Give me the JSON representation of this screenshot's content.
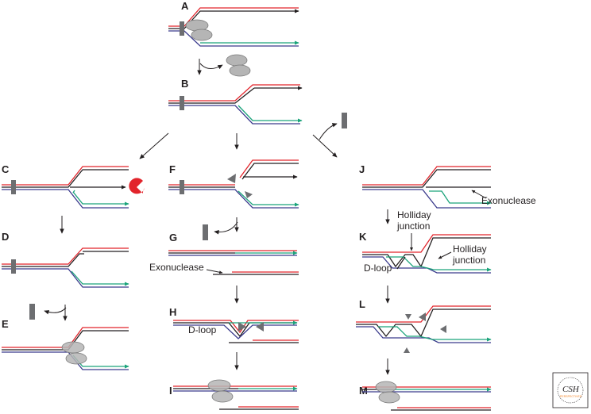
{
  "panels": {
    "A": "A",
    "B": "B",
    "C": "C",
    "D": "D",
    "E": "E",
    "F": "F",
    "G": "G",
    "H": "H",
    "I": "I",
    "J": "J",
    "K": "K",
    "L": "L",
    "M": "M"
  },
  "labels": {
    "exonuclease_g": "Exonuclease",
    "exonuclease_j": "Exonuclease",
    "dloop_h": "D-loop",
    "dloop_k": "D-loop",
    "holliday_1_line1": "Holliday",
    "holliday_1_line2": "junction",
    "holliday_2_line1": "Holliday",
    "holliday_2_line2": "junction"
  },
  "logo": {
    "mark": "CSH",
    "sub": "PERSPECTIVES"
  },
  "colors": {
    "red_strand": "#e2242b",
    "black_strand": "#231f20",
    "blue_strand": "#3a3a8c",
    "green_strand": "#1aa37a",
    "protein_fill": "#b5b5b5",
    "protein_stroke": "#7a7a7a",
    "block": "#6d6e71",
    "nuclease": "#e2242b",
    "logo_orange": "#f58220"
  }
}
